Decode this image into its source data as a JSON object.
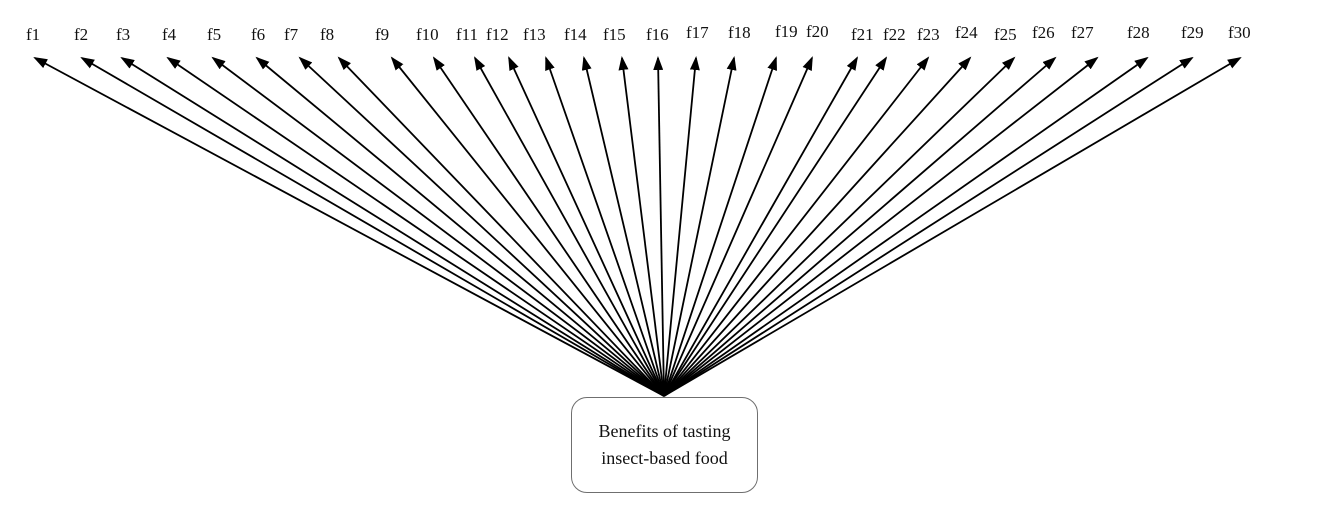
{
  "central_node": {
    "line1": "Benefits of tasting",
    "line2": "insect-based food"
  },
  "factors": [
    "f1",
    "f2",
    "f3",
    "f4",
    "f5",
    "f6",
    "f7",
    "f8",
    "f9",
    "f10",
    "f11",
    "f12",
    "f13",
    "f14",
    "f15",
    "f16",
    "f17",
    "f18",
    "f19",
    "f20",
    "f21",
    "f22",
    "f23",
    "f24",
    "f25",
    "f26",
    "f27",
    "f28",
    "f29",
    "f30"
  ],
  "colors": {
    "arrow": "#000000",
    "text": "#111111",
    "node_border": "#6f6f6f"
  }
}
